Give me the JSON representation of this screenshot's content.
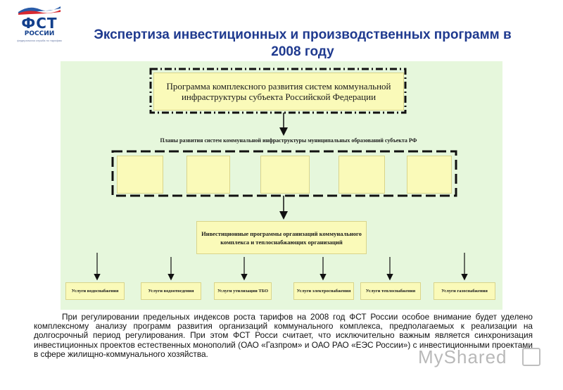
{
  "logo": {
    "acronym": "ФСТ",
    "country": "РОССИИ",
    "caption": "федеральная служба по тарифам"
  },
  "title": "Экспертиза инвестиционных и производственных программ в 2008 году",
  "diagram": {
    "top_box": "Программа комплексного развития систем коммунальной инфраструктуры субъекта Российской Федерации",
    "plans_label": "Планы развития систем коммунальной инфраструктуры муниципальных образований субъекта РФ",
    "invest_box": "Инвестиционные программы организаций коммунального комплекса и теплоснабжающих организаций",
    "services": [
      "Услуги водоснабжения",
      "Услуги водоотведения",
      "Услуги утилизации ТБО",
      "Услуги электроснабжения",
      "Услуги теплоснабжения",
      "Услуги газоснабжения"
    ],
    "colors": {
      "background": "#e6f7dc",
      "box_fill": "#fafab9",
      "title": "#1f3a8f"
    }
  },
  "paragraph": "При регулировании предельных индексов роста тарифов на 2008 год ФСТ России особое внимание будет уделено комплексному анализу программ развития организаций коммунального комплекса, предполагаемых к реализации на долгосрочный период регулирования. При этом ФСТ Росси считает, что исключительно важным является синхронизация инвестиционных проектов естественных монополий (ОАО «Газпром» и ОАО РАО «ЕЭС России») с инвестиционными проектами в сфере жилищно-коммунального хозяйства.",
  "watermark": "MyShared"
}
